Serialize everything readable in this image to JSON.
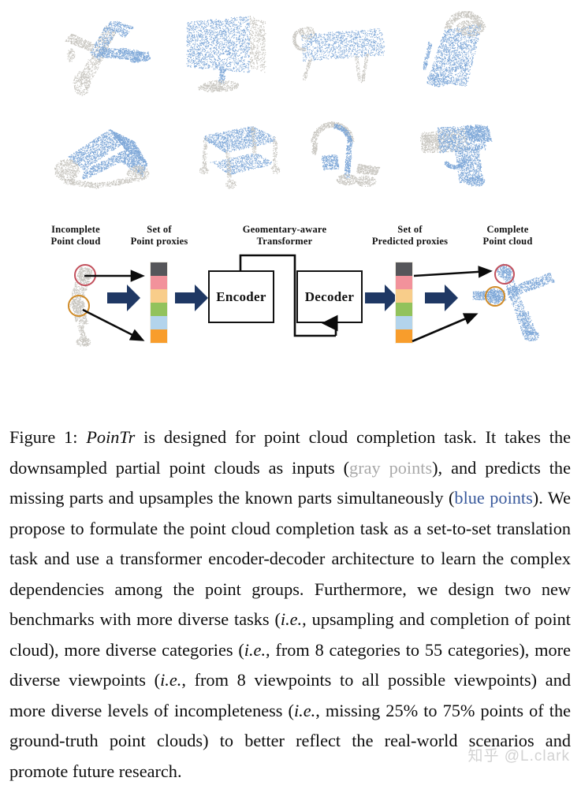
{
  "figure": {
    "label": "Figure 1",
    "gallery": {
      "row1": [
        {
          "name": "airplane",
          "caption_hidden": "airplane point cloud"
        },
        {
          "name": "monitor",
          "caption_hidden": "monitor point cloud"
        },
        {
          "name": "bench",
          "caption_hidden": "bench point cloud"
        },
        {
          "name": "car",
          "caption_hidden": "car point cloud"
        }
      ],
      "row2": [
        {
          "name": "sofa",
          "caption_hidden": "sofa point cloud"
        },
        {
          "name": "table",
          "caption_hidden": "table point cloud"
        },
        {
          "name": "faucet",
          "caption_hidden": "faucet point cloud"
        },
        {
          "name": "pistol",
          "caption_hidden": "pistol point cloud"
        }
      ],
      "colors": {
        "known_points": "#7fa8d8",
        "missing_points": "#c8c6c0"
      }
    },
    "diagram": {
      "labels": {
        "incomplete": "Incomplete\nPoint cloud",
        "incomplete_line1": "Incomplete",
        "incomplete_line2": "Point cloud",
        "set_of_proxies_line1": "Set of",
        "set_of_proxies_line2": "Point proxies",
        "transformer_line1": "Geomentary-aware",
        "transformer_line2": "Transformer",
        "predicted_line1": "Set of",
        "predicted_line2": "Predicted proxies",
        "complete_line1": "Complete",
        "complete_line2": "Point cloud"
      },
      "encoder_label": "Encoder",
      "decoder_label": "Decoder",
      "proxy_colors": [
        "#56565a",
        "#f2929b",
        "#f8cd8a",
        "#92c25c",
        "#b3d4ec",
        "#f89d2c"
      ],
      "arrow_color": "#1f3864",
      "highlight_circles": [
        {
          "name": "red-highlight",
          "color": "#c2505c"
        },
        {
          "name": "orange-highlight",
          "color": "#d08b28"
        }
      ]
    },
    "caption": {
      "prefix": "Figure 1: ",
      "model_name": "PoinTr",
      "part1": " is designed for point cloud completion task. It takes the downsampled partial point clouds as inputs (",
      "gray_points": "gray points",
      "part2": "), and predicts the missing parts and upsamples the known parts simultaneously (",
      "blue_points": "blue points",
      "part3": "). We propose to formulate the point cloud completion task as a set-to-set translation task and use a transformer encoder-decoder architecture to learn the complex dependencies among the point groups. Furthermore, we design two new benchmarks with more diverse tasks (",
      "ie1": "i.e.",
      "part4": ", upsampling and completion of point cloud), more diverse categories (",
      "ie2": "i.e.",
      "part5": ", from 8 categories to 55 categories), more diverse viewpoints (",
      "ie3": "i.e.",
      "part6": ", from 8 viewpoints to all possible viewpoints) and more diverse levels of incompleteness (",
      "ie4": "i.e.",
      "part7": ", missing 25% to 75% points of the ground-truth point clouds) to better reflect the real-world scenarios and promote future research."
    },
    "watermark": "知乎 @L.clark"
  }
}
